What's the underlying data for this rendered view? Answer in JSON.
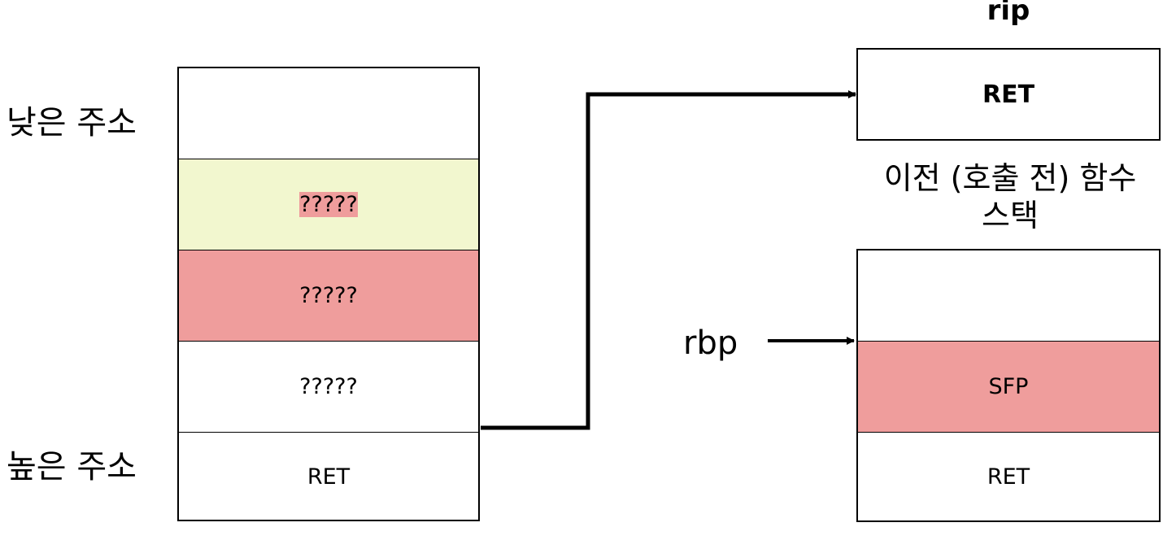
{
  "labels": {
    "low_address": "낮은 주소",
    "high_address": "높은 주소",
    "rip": "rip",
    "rbp": "rbp",
    "previous_stack_caption_line1": "이전 (호출 전) 함수",
    "previous_stack_caption_line2": "스택"
  },
  "current_stack": {
    "cells": [
      {
        "label": "",
        "color": "#ffffff"
      },
      {
        "label": "?????",
        "color": "#f2f7cf"
      },
      {
        "label": "?????",
        "color": "#f2f7cf"
      },
      {
        "label": "?????",
        "color": "#ef9d9c"
      },
      {
        "label": "RET",
        "color": "#ef9d9c"
      }
    ]
  },
  "rip_register": {
    "value": "RET"
  },
  "previous_stack": {
    "cells": [
      {
        "label": "",
        "color": "#ffffff"
      },
      {
        "label": "SFP",
        "color": "#ef9d9c"
      },
      {
        "label": "RET",
        "color": "#ef9d9c"
      }
    ]
  }
}
